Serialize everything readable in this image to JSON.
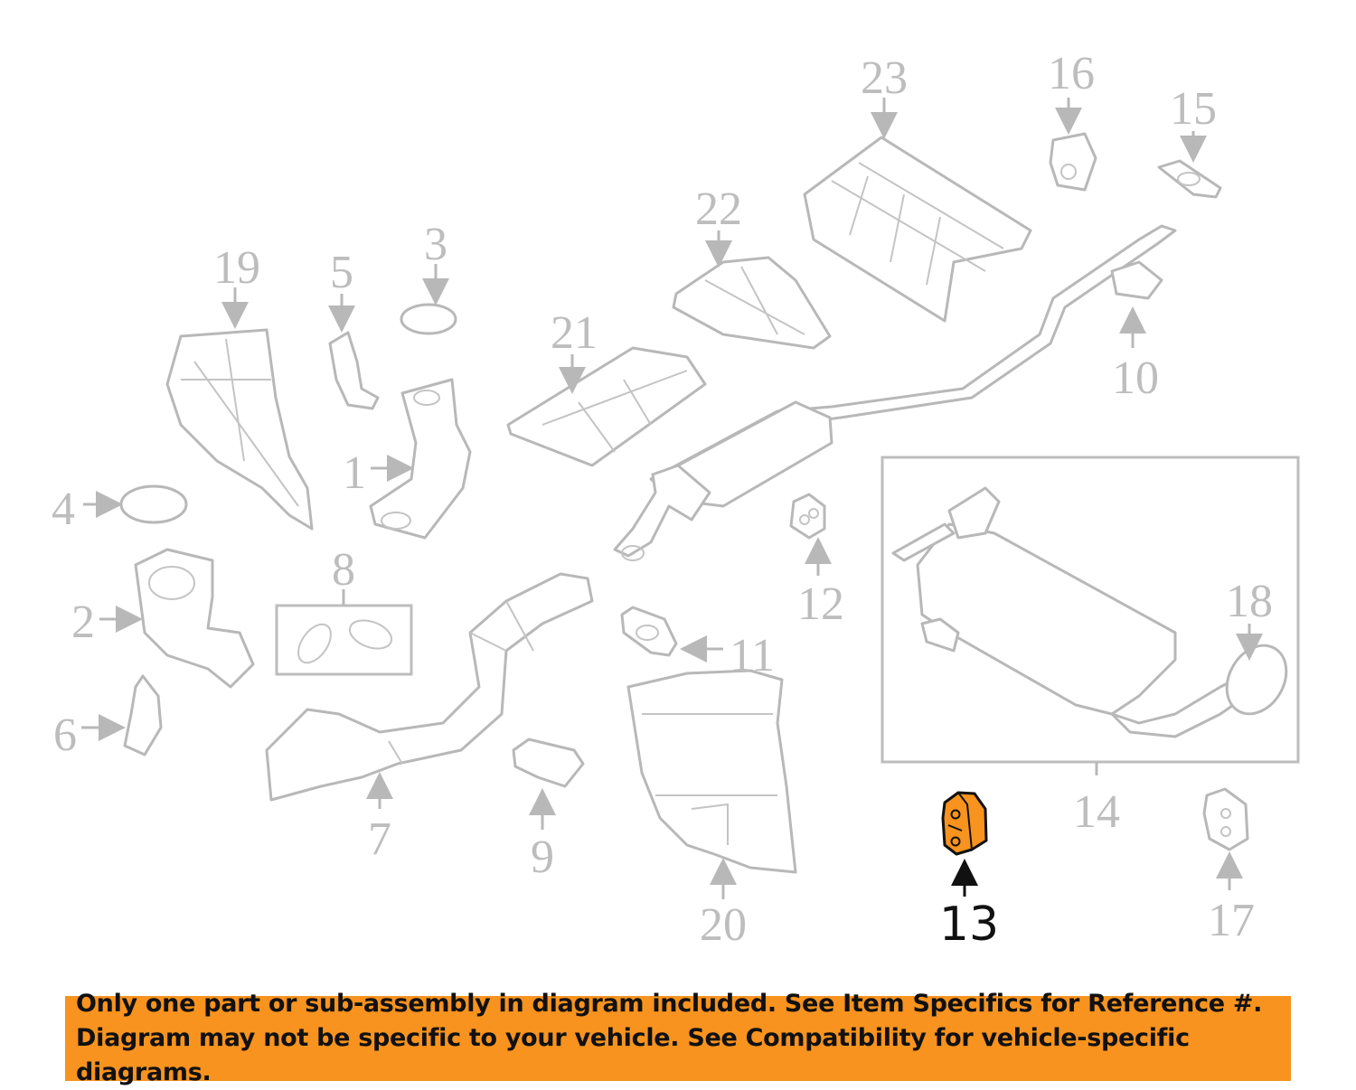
{
  "diagram": {
    "highlighted_part": "13",
    "highlight_color": "#f7931e",
    "callouts": [
      "1",
      "2",
      "3",
      "4",
      "5",
      "6",
      "7",
      "8",
      "9",
      "10",
      "11",
      "12",
      "13",
      "14",
      "15",
      "16",
      "17",
      "18",
      "19",
      "20",
      "21",
      "22",
      "23"
    ]
  },
  "banner": {
    "line1": "Only one part or sub-assembly in diagram included. See Item Specifics for Reference #.",
    "line2": "Diagram may not be specific to your vehicle. See Compatibility for vehicle-specific diagrams.",
    "background": "#f7931e"
  }
}
